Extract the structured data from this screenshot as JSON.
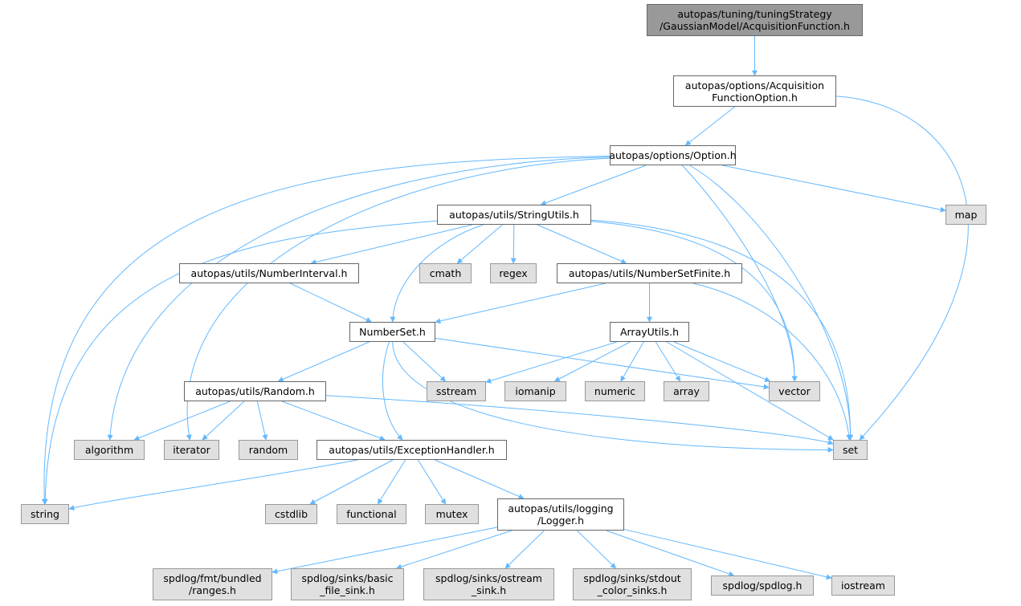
{
  "colors": {
    "edge": "#63b8ff",
    "root_fill": "#999999",
    "local_fill": "#ffffff",
    "system_fill": "#e0e0e0",
    "border": "#666666",
    "system_border": "#999999"
  },
  "nodes": {
    "acq": {
      "label": "autopas/tuning/tuningStrategy\n/GaussianModel/AcquisitionFunction.h",
      "kind": "root"
    },
    "acqopt": {
      "label": "autopas/options/Acquisition\nFunctionOption.h",
      "kind": "local"
    },
    "option": {
      "label": "autopas/options/Option.h",
      "kind": "local"
    },
    "map": {
      "label": "map",
      "kind": "system"
    },
    "stringutils": {
      "label": "autopas/utils/StringUtils.h",
      "kind": "local"
    },
    "numinterval": {
      "label": "autopas/utils/NumberInterval.h",
      "kind": "local"
    },
    "cmath": {
      "label": "cmath",
      "kind": "system"
    },
    "regex": {
      "label": "regex",
      "kind": "system"
    },
    "numsetfinite": {
      "label": "autopas/utils/NumberSetFinite.h",
      "kind": "local"
    },
    "numberset": {
      "label": "NumberSet.h",
      "kind": "local"
    },
    "arrayutils": {
      "label": "ArrayUtils.h",
      "kind": "local"
    },
    "random_h": {
      "label": "autopas/utils/Random.h",
      "kind": "local"
    },
    "sstream": {
      "label": "sstream",
      "kind": "system"
    },
    "iomanip": {
      "label": "iomanip",
      "kind": "system"
    },
    "numeric": {
      "label": "numeric",
      "kind": "system"
    },
    "array": {
      "label": "array",
      "kind": "system"
    },
    "vector": {
      "label": "vector",
      "kind": "system"
    },
    "algorithm": {
      "label": "algorithm",
      "kind": "system"
    },
    "iterator": {
      "label": "iterator",
      "kind": "system"
    },
    "random": {
      "label": "random",
      "kind": "system"
    },
    "exception": {
      "label": "autopas/utils/ExceptionHandler.h",
      "kind": "local"
    },
    "set": {
      "label": "set",
      "kind": "system"
    },
    "string": {
      "label": "string",
      "kind": "system"
    },
    "cstdlib": {
      "label": "cstdlib",
      "kind": "system"
    },
    "functional": {
      "label": "functional",
      "kind": "system"
    },
    "mutex": {
      "label": "mutex",
      "kind": "system"
    },
    "logger": {
      "label": "autopas/utils/logging\n/Logger.h",
      "kind": "local"
    },
    "fmtranges": {
      "label": "spdlog/fmt/bundled\n/ranges.h",
      "kind": "system"
    },
    "basicfile": {
      "label": "spdlog/sinks/basic\n_file_sink.h",
      "kind": "system"
    },
    "ostreamsink": {
      "label": "spdlog/sinks/ostream\n_sink.h",
      "kind": "system"
    },
    "stdoutcolor": {
      "label": "spdlog/sinks/stdout\n_color_sinks.h",
      "kind": "system"
    },
    "spdlog": {
      "label": "spdlog/spdlog.h",
      "kind": "system"
    },
    "iostream": {
      "label": "iostream",
      "kind": "system"
    }
  },
  "edges": [
    [
      "acq",
      "acqopt"
    ],
    [
      "acqopt",
      "option"
    ],
    [
      "acqopt",
      "set"
    ],
    [
      "option",
      "stringutils"
    ],
    [
      "option",
      "map"
    ],
    [
      "option",
      "algorithm"
    ],
    [
      "option",
      "iterator"
    ],
    [
      "option",
      "string"
    ],
    [
      "option",
      "vector"
    ],
    [
      "option",
      "set"
    ],
    [
      "stringutils",
      "numinterval"
    ],
    [
      "stringutils",
      "cmath"
    ],
    [
      "stringutils",
      "regex"
    ],
    [
      "stringutils",
      "numsetfinite"
    ],
    [
      "stringutils",
      "numberset"
    ],
    [
      "stringutils",
      "string"
    ],
    [
      "stringutils",
      "vector"
    ],
    [
      "stringutils",
      "set"
    ],
    [
      "numinterval",
      "numberset"
    ],
    [
      "numsetfinite",
      "numberset"
    ],
    [
      "numsetfinite",
      "arrayutils"
    ],
    [
      "numsetfinite",
      "set"
    ],
    [
      "numberset",
      "random_h"
    ],
    [
      "numberset",
      "sstream"
    ],
    [
      "numberset",
      "exception"
    ],
    [
      "numberset",
      "set"
    ],
    [
      "numberset",
      "vector"
    ],
    [
      "arrayutils",
      "sstream"
    ],
    [
      "arrayutils",
      "iomanip"
    ],
    [
      "arrayutils",
      "numeric"
    ],
    [
      "arrayutils",
      "array"
    ],
    [
      "arrayutils",
      "vector"
    ],
    [
      "arrayutils",
      "set"
    ],
    [
      "random_h",
      "algorithm"
    ],
    [
      "random_h",
      "iterator"
    ],
    [
      "random_h",
      "random"
    ],
    [
      "random_h",
      "exception"
    ],
    [
      "random_h",
      "set"
    ],
    [
      "exception",
      "string"
    ],
    [
      "exception",
      "cstdlib"
    ],
    [
      "exception",
      "functional"
    ],
    [
      "exception",
      "mutex"
    ],
    [
      "exception",
      "logger"
    ],
    [
      "logger",
      "fmtranges"
    ],
    [
      "logger",
      "basicfile"
    ],
    [
      "logger",
      "ostreamsink"
    ],
    [
      "logger",
      "stdoutcolor"
    ],
    [
      "logger",
      "spdlog"
    ],
    [
      "logger",
      "iostream"
    ]
  ]
}
